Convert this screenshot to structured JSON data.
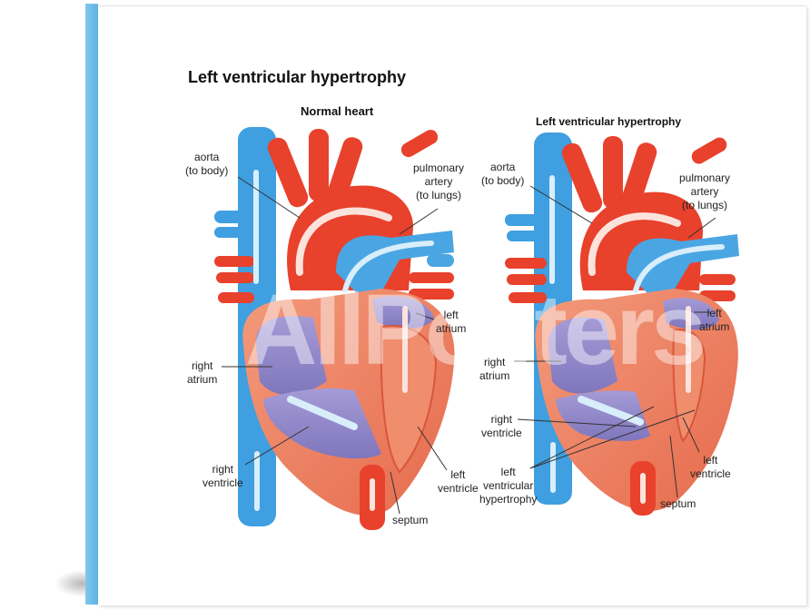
{
  "title": "Left ventricular hypertrophy",
  "panels": [
    {
      "heading": "Normal heart",
      "labels": {
        "aorta": [
          "aorta",
          "(to body)"
        ],
        "pulmonary": [
          "pulmonary",
          "artery",
          "(to lungs)"
        ],
        "left_atrium": [
          "left",
          "atrium"
        ],
        "right_atrium": [
          "right",
          "atrium"
        ],
        "right_ventricle": [
          "right",
          "ventricle"
        ],
        "left_ventricle": [
          "left",
          "ventricle"
        ],
        "septum": [
          "septum"
        ]
      }
    },
    {
      "heading": "Left ventricular hypertrophy",
      "labels": {
        "aorta": [
          "aorta",
          "(to body)"
        ],
        "pulmonary": [
          "pulmonary",
          "artery",
          "(to lungs)"
        ],
        "left_atrium": [
          "left",
          "atrium"
        ],
        "right_atrium": [
          "right",
          "atrium"
        ],
        "right_ventricle": [
          "right",
          "ventricle"
        ],
        "lvh": [
          "left",
          "ventricular",
          "hypertrophy"
        ],
        "left_ventricle": [
          "left",
          "ventricle"
        ],
        "septum": [
          "septum"
        ]
      }
    }
  ],
  "watermark": "AllPosters",
  "colors": {
    "vein_blue": "#3f9fe0",
    "artery_red": "#e8412c",
    "chamber_purple": "#8f86c8",
    "muscle_orange": "#ee8160",
    "canvas_edge": "#6dbde8"
  }
}
